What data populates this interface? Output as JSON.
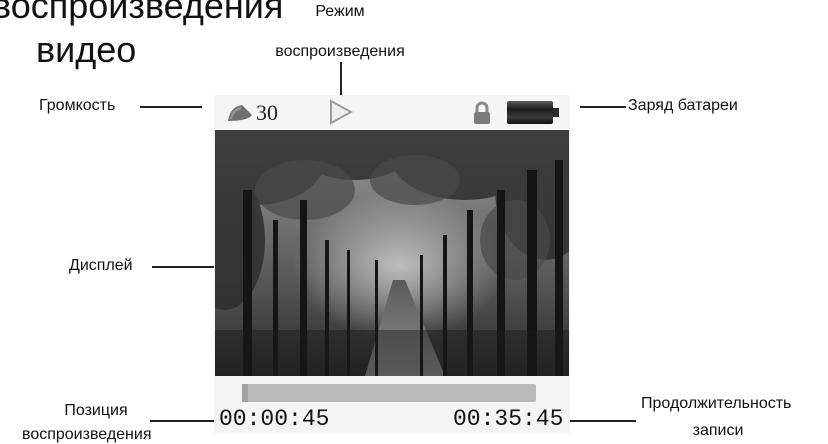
{
  "title": {
    "line1": "воспроизведения",
    "line2": "видео"
  },
  "labels": {
    "mode_line1": "Режим",
    "mode_line2": "воспроизведения",
    "volume": "Громкость",
    "battery": "Заряд батареи",
    "display": "Дисплей",
    "position_line1": "Позиция",
    "position_line2": "воспроизведения",
    "duration_line1": "Продолжительность",
    "duration_line2": "записи"
  },
  "player": {
    "volume_value": "30",
    "elapsed": "00:00:45",
    "total": "00:35:45",
    "progress_fraction": 0.021
  },
  "icons": {
    "volume": "speaker-icon",
    "mode": "play-icon",
    "lock": "lock-icon",
    "battery": "battery-icon"
  }
}
